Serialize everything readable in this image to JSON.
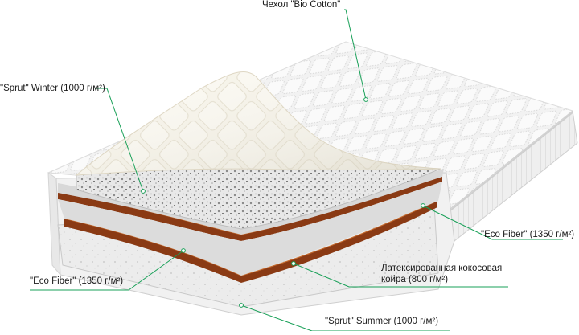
{
  "diagram": {
    "accent_color": "#19a058",
    "labels": {
      "cover": "Чехол \"Bio Cotton\"",
      "sprut_winter": "\"Sprut\" Winter (1000 г/м²)",
      "eco_fiber_right": "\"Eco Fiber\" (1350 г/м²)",
      "coconut_line1": "Латексированная кокосовая",
      "coconut_line2": "койра (800 г/м²)",
      "eco_fiber_left": "\"Eco Fiber\" (1350 г/м²)",
      "sprut_summer": "\"Sprut\" Summer (1000 г/м²)"
    }
  }
}
